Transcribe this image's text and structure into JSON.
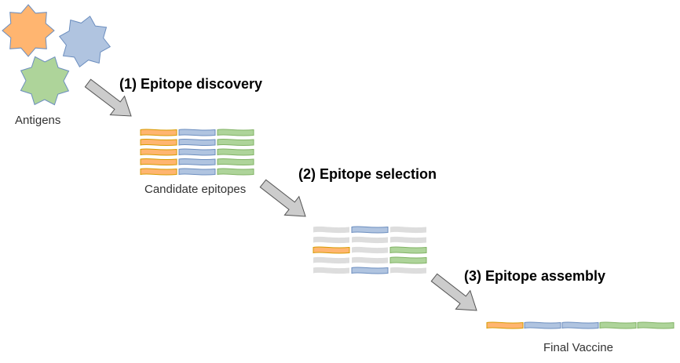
{
  "labels": {
    "antigens": "Antigens",
    "candidates": "Candidate epitopes",
    "final": "Final Vaccine"
  },
  "steps": [
    {
      "text": "(1) Epitope discovery"
    },
    {
      "text": "(2) Epitope selection"
    },
    {
      "text": "(3) Epitope assembly"
    }
  ],
  "colors": {
    "orange": "#ffb570",
    "blue": "#b0c4e0",
    "green": "#aed49a",
    "gray": "#dddddd",
    "arrow": "#cccccc"
  },
  "candidates_grid": [
    [
      "orange",
      "blue",
      "green"
    ],
    [
      "orange",
      "blue",
      "green"
    ],
    [
      "orange",
      "blue",
      "green"
    ],
    [
      "orange",
      "blue",
      "green"
    ],
    [
      "orange",
      "blue",
      "green"
    ]
  ],
  "selected_grid": [
    [
      "gray",
      "blue",
      "gray"
    ],
    [
      "gray",
      "gray",
      "gray"
    ],
    [
      "orange",
      "gray",
      "green"
    ],
    [
      "gray",
      "gray",
      "green"
    ],
    [
      "gray",
      "blue",
      "gray"
    ]
  ],
  "vaccine_chain": [
    "orange",
    "blue",
    "blue",
    "green",
    "green"
  ]
}
